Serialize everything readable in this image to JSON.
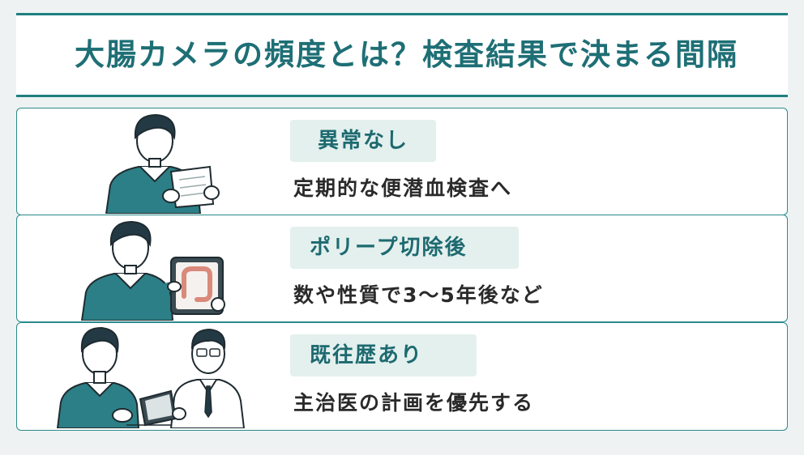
{
  "title": "大腸カメラの頻度とは？検査結果で決まる間隔",
  "cards": [
    {
      "badge": "異常なし",
      "description": "定期的な便潜血検査へ",
      "illustration": "man-reading-paper-icon"
    },
    {
      "badge": "ポリープ切除後",
      "description": "数や性質で3〜5年後など",
      "illustration": "man-showing-colon-tablet-icon"
    },
    {
      "badge": "既往歴あり",
      "description": "主治医の計画を優先する",
      "illustration": "doctor-consultation-icon"
    }
  ],
  "colors": {
    "accent": "#1e7f80",
    "title_text": "#1e6f75",
    "badge_bg": "#e3f0ee",
    "shirt": "#2c7f86"
  }
}
